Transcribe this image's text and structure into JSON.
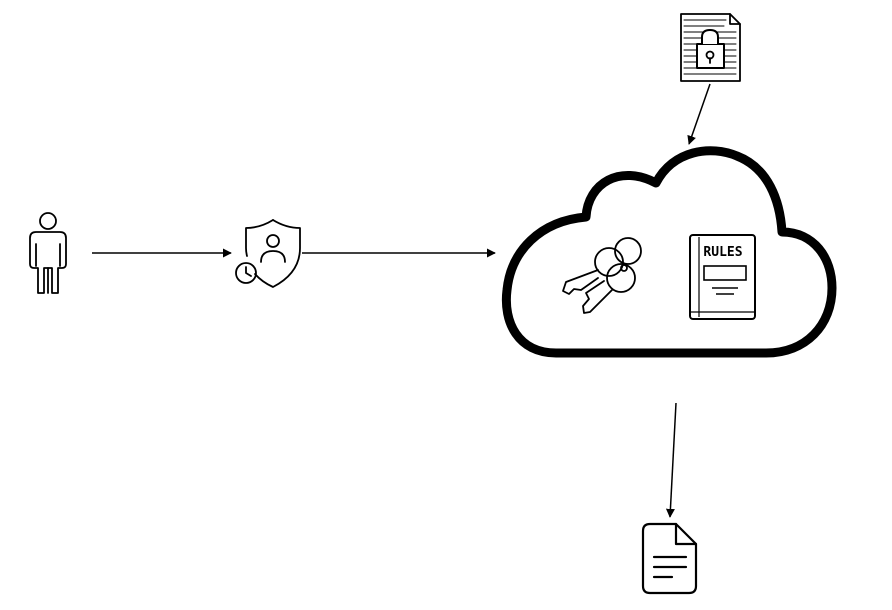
{
  "diagram": {
    "nodes": [
      {
        "id": "user",
        "icon": "person-icon"
      },
      {
        "id": "identity-verification",
        "icon": "user-shield-clock-icon"
      },
      {
        "id": "cloud",
        "icon": "cloud-icon"
      },
      {
        "id": "keys",
        "icon": "keys-icon"
      },
      {
        "id": "rules-book",
        "icon": "rules-book-icon",
        "label": "RULES"
      },
      {
        "id": "encrypted-document",
        "icon": "locked-document-icon"
      },
      {
        "id": "output-document",
        "icon": "document-icon"
      }
    ],
    "edges": [
      {
        "from": "user",
        "to": "identity-verification"
      },
      {
        "from": "identity-verification",
        "to": "cloud"
      },
      {
        "from": "encrypted-document",
        "to": "cloud"
      },
      {
        "from": "cloud",
        "to": "output-document"
      }
    ]
  }
}
